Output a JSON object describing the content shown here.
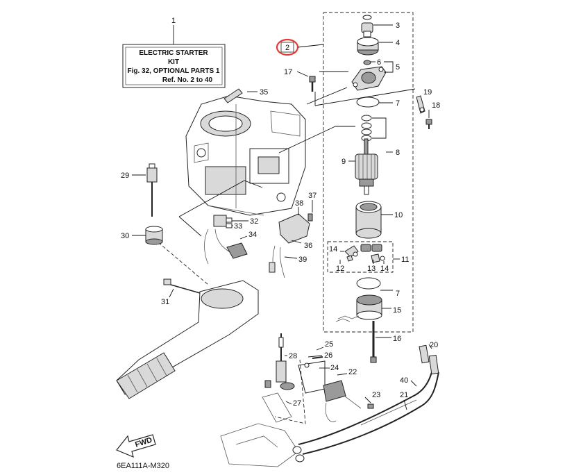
{
  "kit_box": {
    "line1": "ELECTRIC STARTER",
    "line2": "KIT",
    "line3": "Fig. 32, OPTIONAL PARTS 1",
    "line4": "Ref. No. 2 to 40"
  },
  "callouts": {
    "n1": "1",
    "n2": "2",
    "n3": "3",
    "n4": "4",
    "n5": "5",
    "n6": "6",
    "n7": "7",
    "n7b": "7",
    "n8": "8",
    "n9": "9",
    "n10": "10",
    "n11": "11",
    "n12": "12",
    "n13": "13",
    "n14a": "14",
    "n14b": "14",
    "n15": "15",
    "n16": "16",
    "n17": "17",
    "n18": "18",
    "n19": "19",
    "n20": "20",
    "n21": "21",
    "n22": "22",
    "n23": "23",
    "n24": "24",
    "n25": "25",
    "n26": "26",
    "n27": "27",
    "n28": "28",
    "n29": "29",
    "n30": "30",
    "n31": "31",
    "n32": "32",
    "n33": "33",
    "n34": "34",
    "n35": "35",
    "n36": "36",
    "n37": "37",
    "n38": "38",
    "n39": "39",
    "n40": "40"
  },
  "fwd_label": "FWD",
  "figure_code": "6EA111A-M320",
  "highlight_color": "#e53935"
}
